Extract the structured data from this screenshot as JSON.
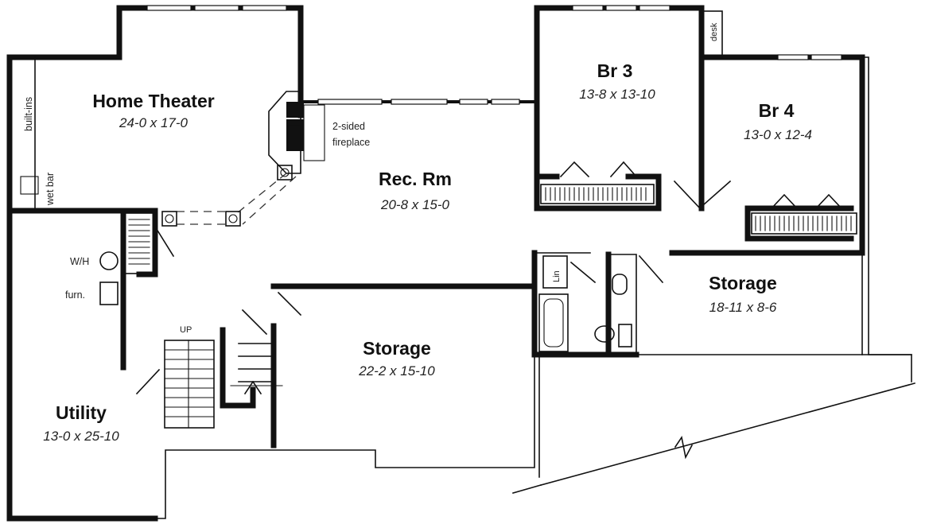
{
  "rooms": {
    "home_theater": {
      "name": "Home Theater",
      "dims": "24-0 x 17-0"
    },
    "rec_rm": {
      "name": "Rec. Rm",
      "dims": "20-8 x 15-0"
    },
    "br3": {
      "name": "Br 3",
      "dims": "13-8 x 13-10"
    },
    "br4": {
      "name": "Br 4",
      "dims": "13-0 x 12-4"
    },
    "storage_right": {
      "name": "Storage",
      "dims": "18-11 x 8-6"
    },
    "storage_center": {
      "name": "Storage",
      "dims": "22-2 x 15-10"
    },
    "utility": {
      "name": "Utility",
      "dims": "13-0 x 25-10"
    }
  },
  "labels": {
    "built_ins": "built-ins",
    "wet_bar": "wet bar",
    "fireplace_line1": "2-sided",
    "fireplace_line2": "fireplace",
    "desk": "desk",
    "lin": "Lin",
    "wh": "W/H",
    "furn": "furn.",
    "up": "UP"
  }
}
